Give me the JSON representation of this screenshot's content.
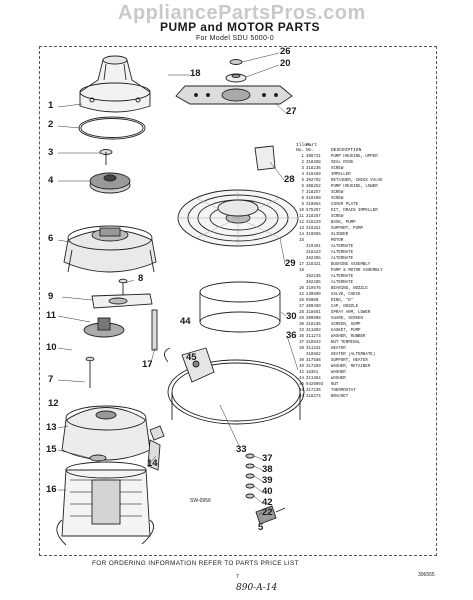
{
  "watermark": "AppliancePartsPros.com",
  "title": "PUMP and MOTOR PARTS",
  "subtitle": "For Model SDU 5000-0",
  "dwg_label": "SW-0956",
  "footer": "FOR ORDERING INFORMATION REFER TO PARTS PRICE LIST",
  "page_number": "7",
  "part_number": "306555",
  "signature": "890-A-14",
  "callouts": {
    "c1": "1",
    "c2": "2",
    "c3": "3",
    "c4": "4",
    "c5": "5",
    "c6": "6",
    "c7": "7",
    "c8": "8",
    "c9": "9",
    "c10": "10",
    "c11": "11",
    "c12": "12",
    "c13": "13",
    "c14": "14",
    "c15": "15",
    "c16": "16",
    "c17": "17",
    "c18": "18",
    "c20": "20",
    "c22": "22",
    "c26": "26",
    "c27": "27",
    "c28": "28",
    "c29": "29",
    "c30": "30",
    "c33": "33",
    "c36": "36",
    "c37": "37",
    "c38": "38",
    "c39": "39",
    "c40": "40",
    "c42": "42",
    "c44": "44",
    "c45": "45"
  },
  "parts_table": {
    "header_no_1": "Illus.",
    "header_no_2": "No.",
    "header_part_1": "Part",
    "header_part_2": "No.",
    "header_desc": "DESCRIPTION",
    "rows": [
      {
        "n": "1",
        "p": "308721",
        "d": "PUMP HOUSING, UPPER"
      },
      {
        "n": "2",
        "p": "318288",
        "d": "SEAL RING"
      },
      {
        "n": "3",
        "p": "318236",
        "d": "SCREW"
      },
      {
        "n": "4",
        "p": "319469",
        "d": "IMPELLER"
      },
      {
        "n": "5",
        "p": "302792",
        "d": "RETAINER, CHECK VALVE"
      },
      {
        "n": "6",
        "p": "308252",
        "d": "PUMP HOUSING, LOWER"
      },
      {
        "n": "7",
        "p": "318257",
        "d": "SCREW"
      },
      {
        "n": "8",
        "p": "319260",
        "d": "SCREW"
      },
      {
        "n": "9",
        "p": "310864",
        "d": "COVER PLATE"
      },
      {
        "n": "10",
        "p": "675297",
        "d": "KIT, DRAIN IMPELLER"
      },
      {
        "n": "11",
        "p": "318257",
        "d": "SCREW"
      },
      {
        "n": "12",
        "p": "318229",
        "d": "BASE, PUMP"
      },
      {
        "n": "13",
        "p": "316261",
        "d": "SUPPORT, PUMP"
      },
      {
        "n": "14",
        "p": "319665",
        "d": "SLINGER"
      },
      {
        "n": "15",
        "p": "",
        "d": "MOTOR"
      },
      {
        "n": "",
        "p": "319491",
        "d": "ALTERNATE"
      },
      {
        "n": "",
        "p": "318423",
        "d": "ALTERNATE"
      },
      {
        "n": "",
        "p": "382365",
        "d": "ALTERNATE"
      },
      {
        "n": "17",
        "p": "318321",
        "d": "BUSHING ASSEMBLY"
      },
      {
        "n": "18",
        "p": "",
        "d": "PUMP & MOTOR ASSEMBLY"
      },
      {
        "n": "",
        "p": "382236",
        "d": "ALTERNATE"
      },
      {
        "n": "",
        "p": "382285",
        "d": "ALTERNATE"
      },
      {
        "n": "20",
        "p": "319576",
        "d": "BEARING, NOZZLE"
      },
      {
        "n": "22",
        "p": "230890",
        "d": "VALVE, CHECK"
      },
      {
        "n": "26",
        "p": "95080",
        "d": "RING, \"O\""
      },
      {
        "n": "27",
        "p": "300460",
        "d": "CAP, NOZZLE"
      },
      {
        "n": "28",
        "p": "318681",
        "d": "SPRAY ARM, LOWER"
      },
      {
        "n": "29",
        "p": "309998",
        "d": "GUARD, SCREEN"
      },
      {
        "n": "30",
        "p": "318236",
        "d": "SCREEN, SUMP"
      },
      {
        "n": "33",
        "p": "311803",
        "d": "GASKET, PUMP"
      },
      {
        "n": "36",
        "p": "311273",
        "d": "WASHER, RUBBER"
      },
      {
        "n": "37",
        "p": "318843",
        "d": "NUT TERMINAL"
      },
      {
        "n": "38",
        "p": "311341",
        "d": "HEATER"
      },
      {
        "n": "",
        "p": "318662",
        "d": "HEATER (ALTERNATE)"
      },
      {
        "n": "39",
        "p": "317586",
        "d": "SUPPORT, HEATER"
      },
      {
        "n": "40",
        "p": "317289",
        "d": "WASHER, RETAINER"
      },
      {
        "n": "42",
        "p": "16351",
        "d": "WASHER"
      },
      {
        "n": "44",
        "p": "311384",
        "d": "WASHER"
      },
      {
        "n": "45",
        "p": "9420093",
        "d": "NUT"
      },
      {
        "n": "46",
        "p": "317235",
        "d": "THERMOSTAT"
      },
      {
        "n": "47",
        "p": "318274",
        "d": "BRACKET"
      }
    ]
  }
}
